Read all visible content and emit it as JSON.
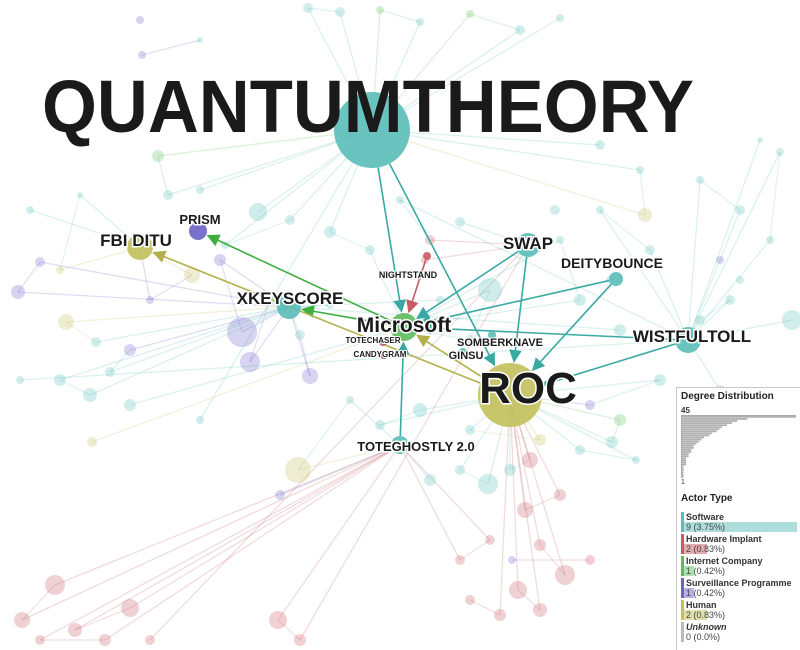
{
  "title": "QUANTUMTHEORY",
  "colors": {
    "software": "#5bbdb8",
    "hardware": "#c65a66",
    "internet": "#5cbd5c",
    "surveillance": "#6a63c8",
    "human": "#c2c05a",
    "unknown": "#bbbbbb"
  },
  "nodes": [
    {
      "id": "quantum",
      "label": "",
      "type": "software"
    },
    {
      "id": "prism",
      "label": "PRISM",
      "type": "surveillance"
    },
    {
      "id": "fbi",
      "label": "FBI DITU",
      "type": "human"
    },
    {
      "id": "xkeyscore",
      "label": "XKEYSCORE",
      "type": "software"
    },
    {
      "id": "microsoft",
      "label": "Microsoft",
      "type": "internet"
    },
    {
      "id": "nightstand",
      "label": "NIGHTSTAND",
      "type": "hardware"
    },
    {
      "id": "totechaser",
      "label": "TOTECHASER",
      "type": "hardware"
    },
    {
      "id": "candygram",
      "label": "CANDYGRAM",
      "type": "hardware"
    },
    {
      "id": "swap",
      "label": "SWAP",
      "type": "software"
    },
    {
      "id": "deitybounce",
      "label": "DEITYBOUNCE",
      "type": "software"
    },
    {
      "id": "somberknave",
      "label": "SOMBERKNAVE",
      "type": "software"
    },
    {
      "id": "ginsu",
      "label": "GINSU",
      "type": "software"
    },
    {
      "id": "wistfultoll",
      "label": "WISTFULTOLL",
      "type": "software"
    },
    {
      "id": "roc",
      "label": "ROC",
      "type": "human"
    },
    {
      "id": "toteghostly",
      "label": "TOTEGHOSTLY 2.0",
      "type": "software"
    }
  ],
  "edges": [
    [
      "quantum",
      "microsoft"
    ],
    [
      "quantum",
      "roc"
    ],
    [
      "microsoft",
      "prism"
    ],
    [
      "microsoft",
      "xkeyscore"
    ],
    [
      "roc",
      "fbi"
    ],
    [
      "nightstand",
      "microsoft"
    ],
    [
      "swap",
      "microsoft"
    ],
    [
      "swap",
      "roc"
    ],
    [
      "deitybounce",
      "microsoft"
    ],
    [
      "deitybounce",
      "roc"
    ],
    [
      "wistfultoll",
      "microsoft"
    ],
    [
      "wistfultoll",
      "roc"
    ],
    [
      "toteghostly",
      "microsoft"
    ],
    [
      "roc",
      "microsoft"
    ]
  ],
  "legend": {
    "degree_title": "Degree Distribution",
    "degree_max": "45",
    "degree_min": "1",
    "degree_histogram": [
      45,
      26,
      22,
      20,
      18,
      16,
      15,
      14,
      12,
      11,
      9,
      8,
      7,
      6,
      5,
      5,
      4,
      4,
      3,
      3,
      2,
      2,
      2,
      2,
      1,
      1,
      1,
      1,
      1,
      1
    ],
    "actor_title": "Actor Type",
    "categories": [
      {
        "name": "Software",
        "count": "9 (3.75%)",
        "share": 3.75,
        "color": "#5bbdb8"
      },
      {
        "name": "Hardware Implant",
        "count": "2 (0.83%)",
        "share": 0.83,
        "color": "#c65a66"
      },
      {
        "name": "Internet Company",
        "count": "1 (0.42%)",
        "share": 0.42,
        "color": "#5cbd5c"
      },
      {
        "name": "Surveillance Programme",
        "count": "1 (0.42%)",
        "share": 0.42,
        "color": "#6a63c8"
      },
      {
        "name": "Human",
        "count": "2 (0.83%)",
        "share": 0.83,
        "color": "#c2c05a"
      },
      {
        "name": "Unknown",
        "count": "0 (0.0%)",
        "share": 0,
        "color": "#bbbbbb"
      }
    ]
  }
}
